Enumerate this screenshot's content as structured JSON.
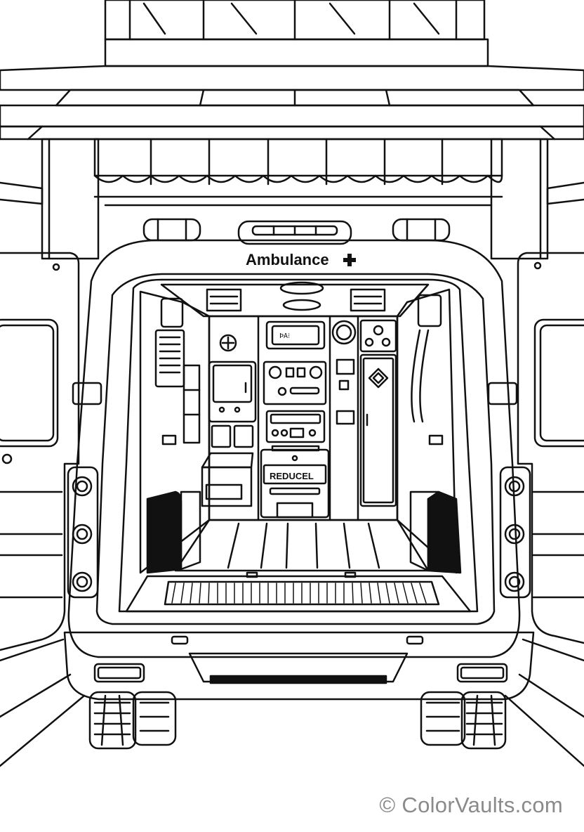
{
  "vehicle": {
    "label": "Ambulance",
    "label_icon": "plus-cross-icon",
    "device_label": "REDUCEL",
    "panel_text": "ÞA⁝"
  },
  "watermark": {
    "text": "© ColorVaults.com"
  },
  "colors": {
    "ink": "#111111",
    "paper": "#ffffff",
    "watermark": "#8a8a8a"
  }
}
